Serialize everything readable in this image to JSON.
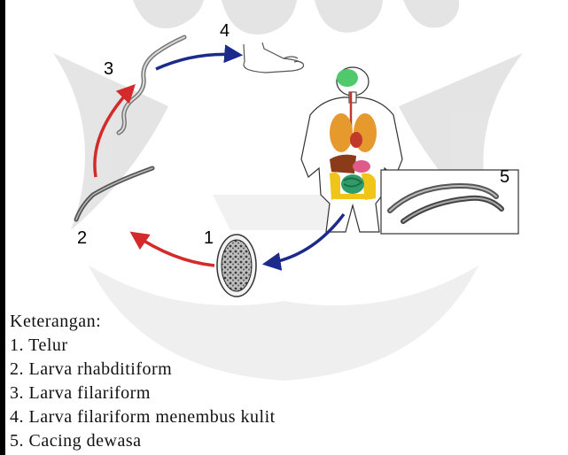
{
  "stage_labels": {
    "egg": "1",
    "rhabditiform": "2",
    "filariform": "3",
    "skin_penetration": "4",
    "adult": "5"
  },
  "legend": {
    "title": "Keterangan:",
    "items": [
      "1. Telur",
      "2. Larva rhabditiform",
      "3. Larva filariform",
      "4. Larva filariform menembus kulit",
      "5. Cacing dewasa"
    ]
  },
  "colors": {
    "arrow_red": "#d42a2a",
    "arrow_blue": "#1c2a8c",
    "watermark": "#d9d9d9"
  }
}
